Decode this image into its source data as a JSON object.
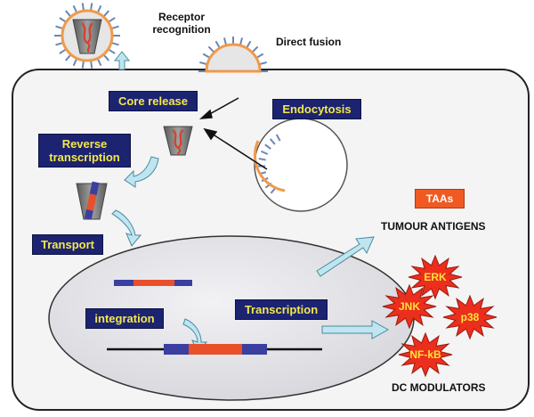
{
  "labels": {
    "receptor_recognition_line1": "Receptor",
    "receptor_recognition_line2": "recognition",
    "direct_fusion": "Direct fusion",
    "core_release": "Core release",
    "endocytosis": "Endocytosis",
    "reverse_transcription_line1": "Reverse",
    "reverse_transcription_line2": "transcription",
    "transport": "Transport",
    "integration": "integration",
    "transcription": "Transcription",
    "taas": "TAAs",
    "tumour_antigens": "TUMOUR ANTIGENS",
    "dc_modulators": "DC MODULATORS"
  },
  "modulators": [
    "ERK",
    "JNK",
    "p38",
    "NF-kB"
  ],
  "colors": {
    "label_box_bg": "#1c2371",
    "label_box_text": "#f4e84a",
    "arrow_fill": "#bfe6f0",
    "arrow_stroke": "#4a8aa0",
    "nucleus_fill": "#e8e8ec",
    "cell_fill": "#f4f4f4",
    "dna_blue": "#3a3fa0",
    "dna_red": "#e8502a",
    "starburst_fill": "#ec2e1c",
    "starburst_text": "#ffe23a",
    "taas_fill": "#f05a22",
    "envelope_orange": "#f09a4a",
    "spike_blue": "#6a86b8",
    "capsid_gray": "#7a7a7a",
    "rna_red": "#d8402a"
  }
}
